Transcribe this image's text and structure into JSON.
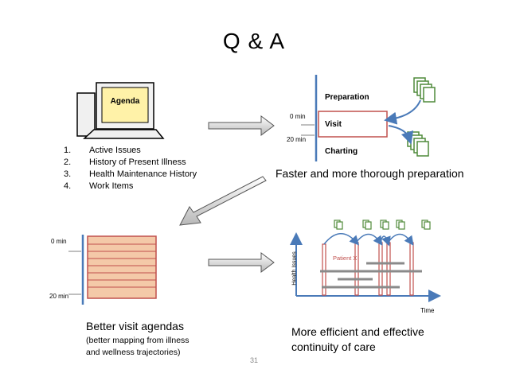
{
  "title": "Q & A",
  "computer": {
    "screen_label": "Agenda"
  },
  "agenda_list": [
    {
      "num": "1.",
      "text": "Active Issues"
    },
    {
      "num": "2.",
      "text": "History of Present Illness"
    },
    {
      "num": "3.",
      "text": "Health Maintenance History"
    },
    {
      "num": "4.",
      "text": "Work Items"
    }
  ],
  "panel_top_right": {
    "preparation": "Preparation",
    "visit": "Visit",
    "charting": "Charting",
    "t0": "0 min",
    "t20": "20 min",
    "caption": "Faster and more thorough preparation"
  },
  "panel_bottom_left": {
    "t0": "0 min",
    "t20": "20 min",
    "caption": "Better visit agendas",
    "subcaption_1": "(better mapping from illness",
    "subcaption_2": "and wellness trajectories)"
  },
  "panel_bottom_right": {
    "y_label": "Health Issues",
    "x_label": "Time",
    "patient": "Patient X",
    "caption_1": "More efficient and effective",
    "caption_2": "continuity of care"
  },
  "page_number": "31",
  "colors": {
    "axis_blue": "#4a7ab8",
    "bar_red": "#c0504d",
    "agenda_fill": "#f4c9a8",
    "doc_green": "#4f8a3a",
    "screen_yellow": "#fff2a8"
  }
}
